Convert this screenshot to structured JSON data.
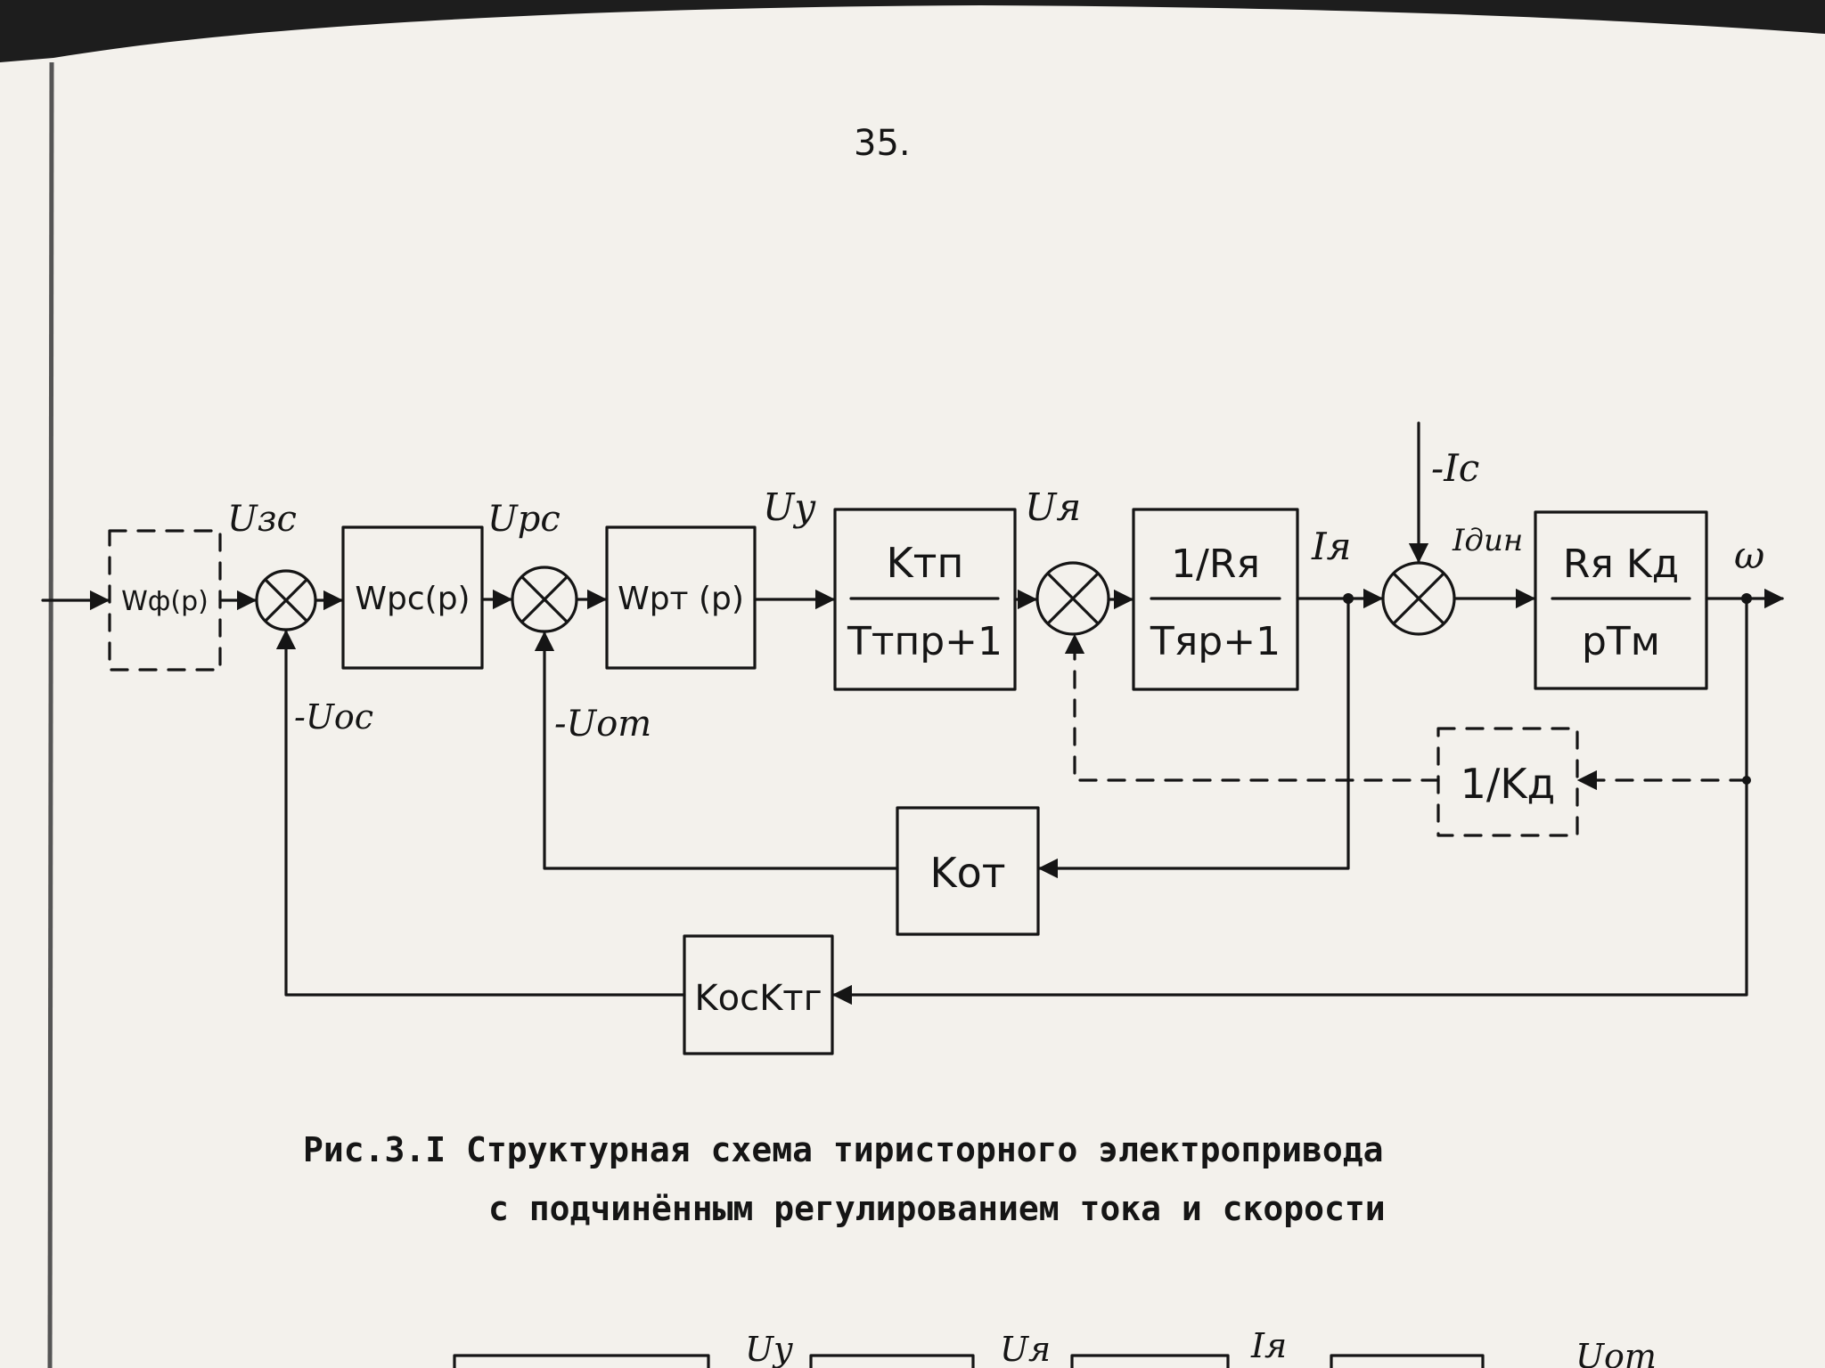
{
  "page_number": "35.",
  "diagram": {
    "blocks": {
      "wz": "Wф(p)",
      "wpc": "Wрс(p)",
      "wpt": "Wрт (p)",
      "ktp_num": "Kтп",
      "ktp_den": "Tтпр+1",
      "ra_num": "1/Rя",
      "ra_den": "Tяр+1",
      "mech_num": "Rя Kд",
      "mech_den": "pTм",
      "kd": "1/Kд",
      "kot": "Kот",
      "kos": "KосKтг"
    },
    "signals": {
      "uzc": "Uзс",
      "upc": "Upc",
      "uy": "Uу",
      "uya": "Uя",
      "iya": "Iя",
      "ic": "-Iс",
      "idin": "Iдин",
      "omega": "ω",
      "uos": "-Uос",
      "uot": "-Uот"
    }
  },
  "caption": {
    "line1": "Рис.3.I Структурная схема тиристорного  электропривода",
    "line2": "с подчинённым регулированием тока и скорости"
  },
  "partial_diagram": {
    "labels": [
      "Uу",
      "Uя",
      "Iя",
      "Uот"
    ]
  }
}
